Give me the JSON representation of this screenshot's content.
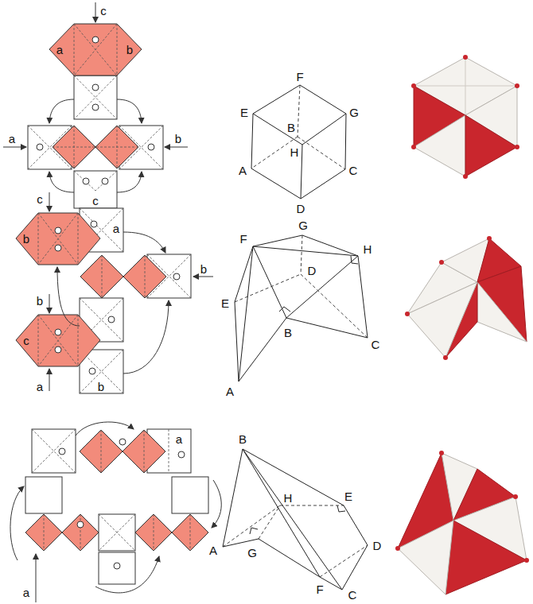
{
  "diagram": {
    "labels": [
      "c",
      "a",
      "b",
      "a",
      "b",
      "c",
      "F",
      "E",
      "B",
      "G",
      "H",
      "A",
      "C",
      "D",
      "c",
      "a",
      "b",
      "b",
      "b",
      "c",
      "b",
      "a",
      "G",
      "F",
      "H",
      "E",
      "D",
      "B",
      "C",
      "A",
      "a",
      "a",
      "B",
      "H",
      "E",
      "A",
      "G",
      "D",
      "F",
      "C"
    ]
  }
}
